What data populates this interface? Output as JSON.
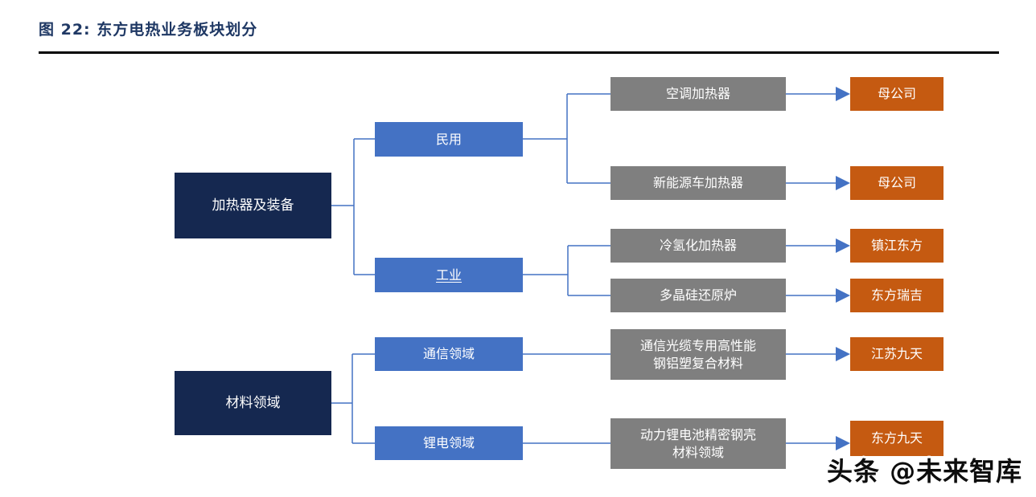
{
  "title": "图 22:  东方电热业务板块划分",
  "watermark": "头条 @未来智库",
  "colors": {
    "title": "#1F3864",
    "rule": "#000000",
    "level1": "#152850",
    "level2": "#4472C4",
    "level3": "#7F7F7F",
    "level4": "#C55A11",
    "connector": "#4472C4"
  },
  "diagram": {
    "level1": [
      {
        "label": "加热器及装备"
      },
      {
        "label": "材料领域"
      }
    ],
    "level2": [
      {
        "label": "民用"
      },
      {
        "label": "工业"
      },
      {
        "label": "通信领域"
      },
      {
        "label": "锂电领域"
      }
    ],
    "level3": [
      {
        "label": "空调加热器"
      },
      {
        "label": "新能源车加热器"
      },
      {
        "label": "冷氢化加热器"
      },
      {
        "label": "多晶硅还原炉"
      },
      {
        "label": "通信光缆专用高性能\n钢铝塑复合材料"
      },
      {
        "label": "动力锂电池精密钢壳\n材料领域"
      }
    ],
    "level4": [
      {
        "label": "母公司"
      },
      {
        "label": "母公司"
      },
      {
        "label": "镇江东方"
      },
      {
        "label": "东方瑞吉"
      },
      {
        "label": "江苏九天"
      },
      {
        "label": "东方九天"
      }
    ]
  }
}
